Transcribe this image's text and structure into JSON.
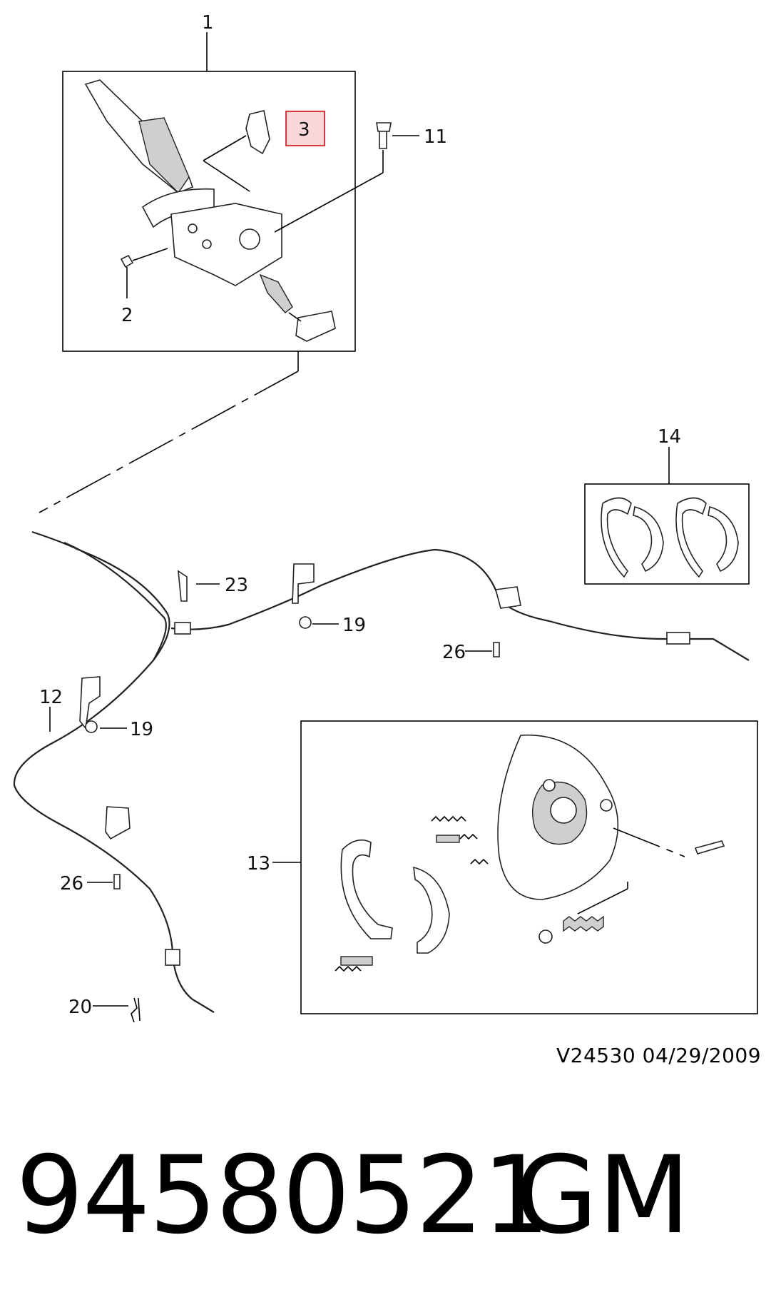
{
  "callouts": {
    "c1": "1",
    "c2": "2",
    "c3": "3",
    "c11": "11",
    "c12": "12",
    "c13": "13",
    "c14": "14",
    "c19a": "19",
    "c19b": "19",
    "c20": "20",
    "c23": "23",
    "c26a": "26",
    "c26b": "26"
  },
  "highlight": {
    "callout": "3",
    "border_color": "#d9363e",
    "fill_color": "#f9d7d9"
  },
  "footer": {
    "drawing_code": "V24530  04/29/2009",
    "part_number": "94580521",
    "brand": "GM"
  }
}
